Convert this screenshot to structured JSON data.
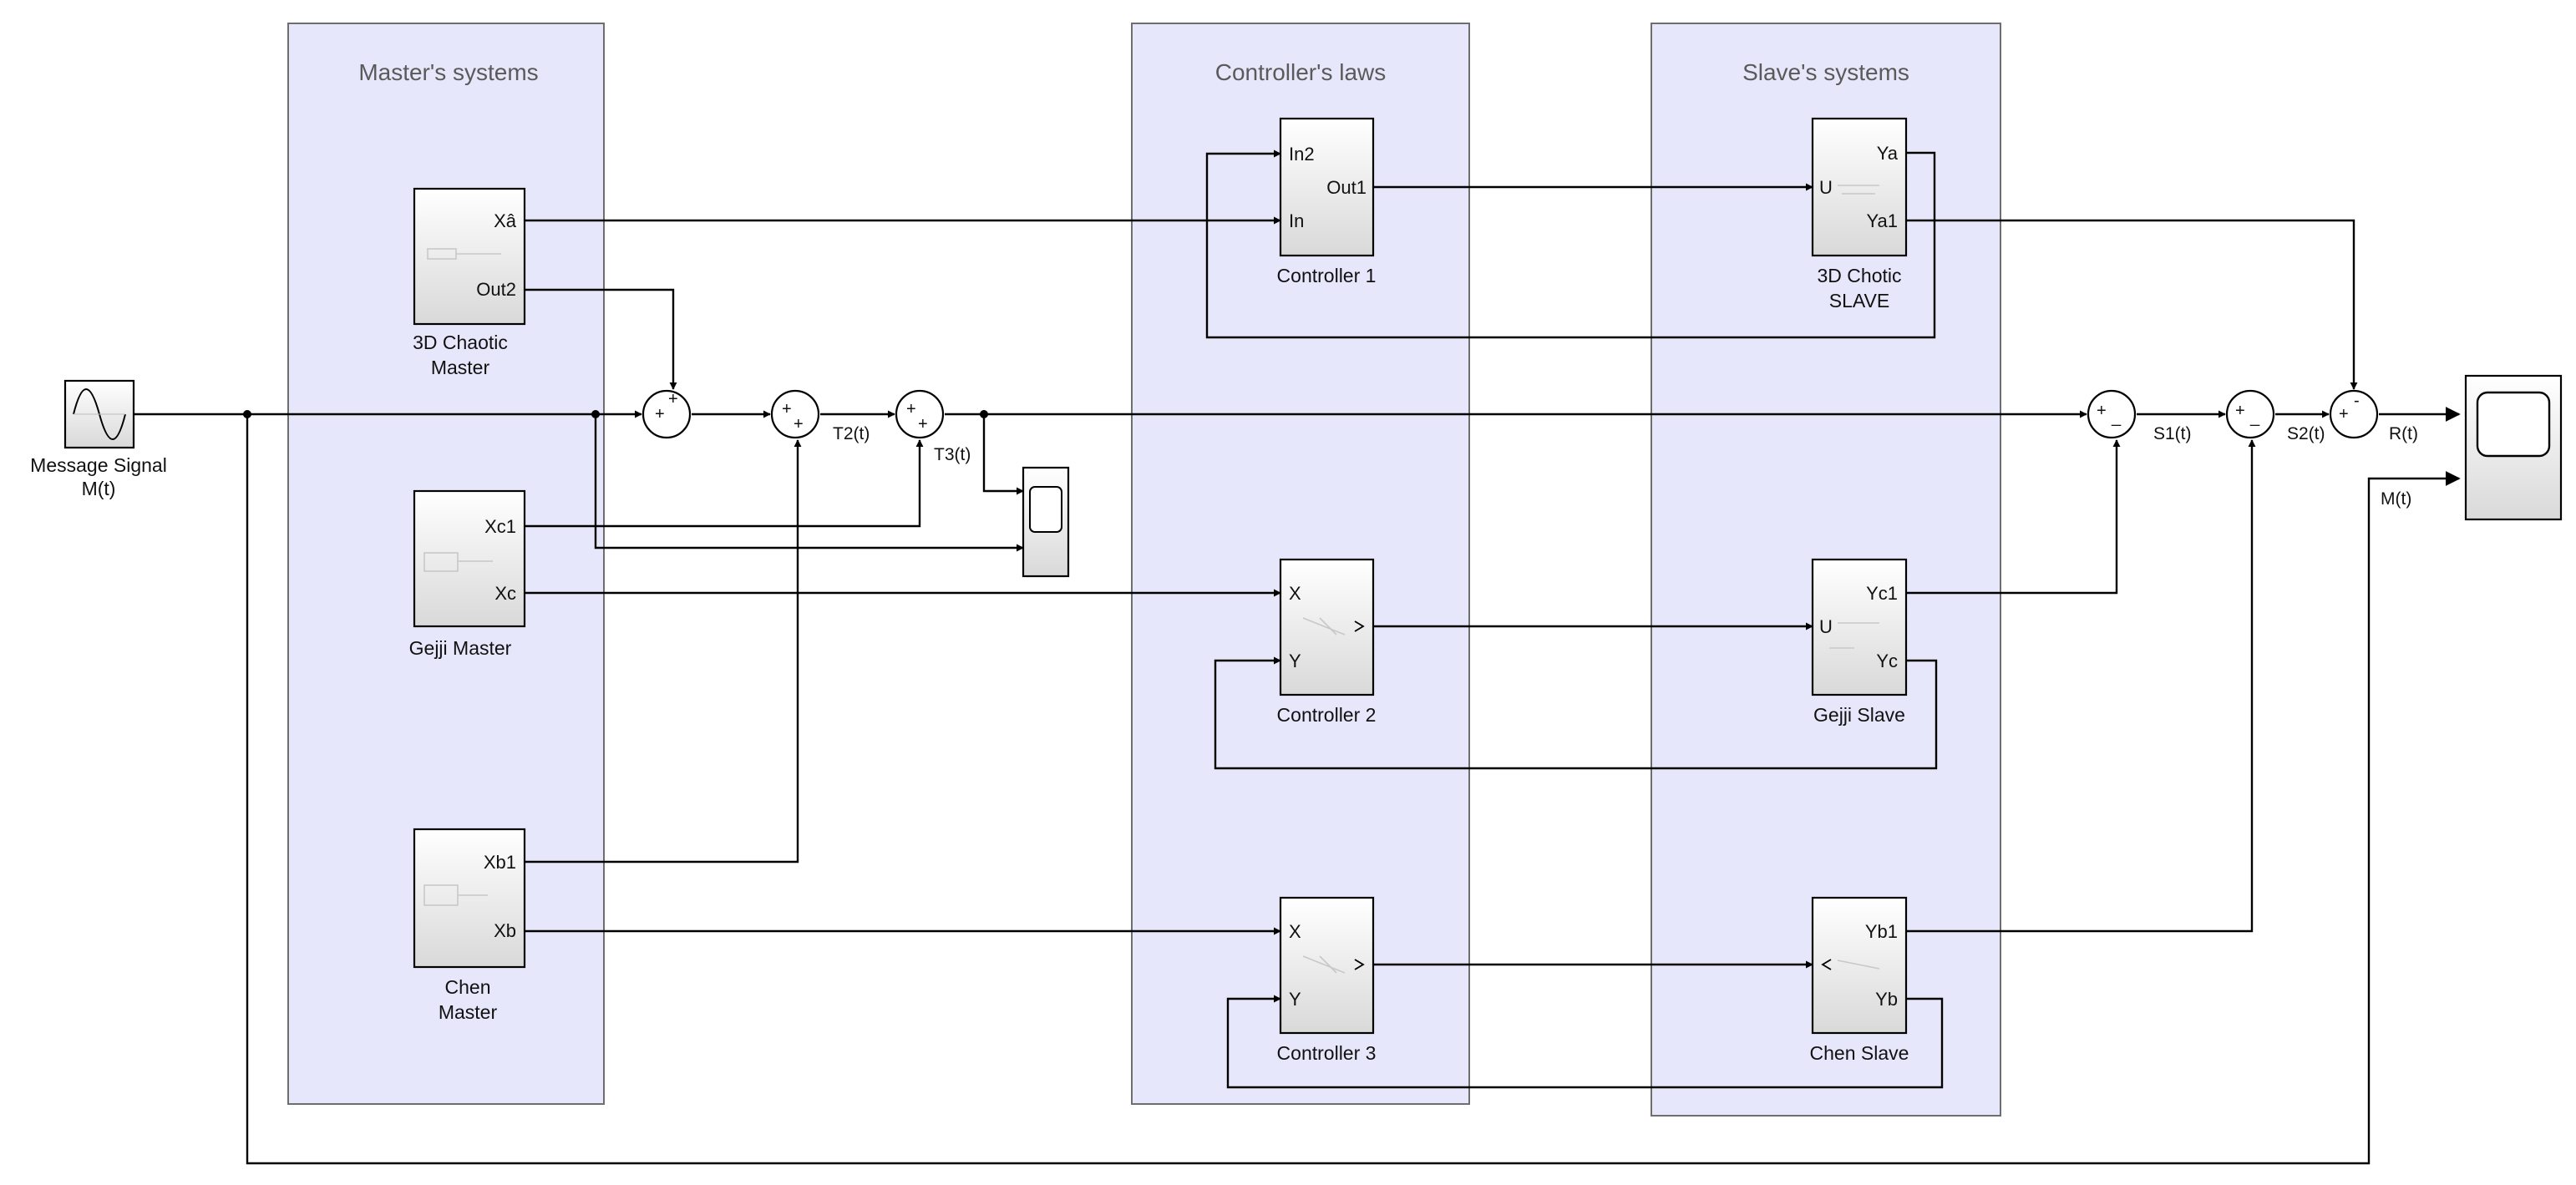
{
  "areas": {
    "master": "Master's systems",
    "controller": "Controller's laws",
    "slave": "Slave's systems"
  },
  "source": {
    "label_line1": "Message Signal",
    "label_line2": "M(t)",
    "icon": "sine-wave-icon"
  },
  "blocks": {
    "chaotic_master": {
      "line1": "3D Chaotic",
      "line2": "Master",
      "ports": {
        "out_a": "Xâ",
        "out_b": "Out2"
      }
    },
    "gejji_master": {
      "label": "Gejji Master",
      "ports": {
        "out_a": "Xc1",
        "out_b": "Xc"
      }
    },
    "chen_master": {
      "line1": "Chen",
      "line2": "Master",
      "ports": {
        "out_a": "Xb1",
        "out_b": "Xb"
      }
    },
    "controller1": {
      "label": "Controller 1",
      "ports": {
        "in_a": "In2",
        "in_b": "In",
        "out": "Out1"
      }
    },
    "controller2": {
      "label": "Controller 2",
      "ports": {
        "in_a": "X",
        "in_b": "Y"
      }
    },
    "controller3": {
      "label": "Controller 3",
      "ports": {
        "in_a": "X",
        "in_b": "Y"
      }
    },
    "chaotic_slave": {
      "line1": "3D Chotic",
      "line2": "SLAVE",
      "ports": {
        "in": "U",
        "out_a": "Ya",
        "out_b": "Ya1"
      }
    },
    "gejji_slave": {
      "label": "Gejji Slave",
      "ports": {
        "in": "U",
        "out_a": "Yc1",
        "out_b": "Yc"
      }
    },
    "chen_slave": {
      "label": "Chen Slave",
      "ports": {
        "out_a": "Yb1",
        "out_b": "Yb"
      }
    }
  },
  "signals": {
    "t2": "T2(t)",
    "t3": "T3(t)",
    "s1": "S1(t)",
    "s2": "S2(t)",
    "r": "R(t)",
    "m": "M(t)"
  },
  "sums": {
    "sum1": {
      "signs": [
        "+",
        "+"
      ]
    },
    "sum2": {
      "signs": [
        "+",
        "+"
      ]
    },
    "sum3": {
      "signs": [
        "+",
        "+"
      ]
    },
    "sum4": {
      "signs": [
        "+",
        "_"
      ]
    },
    "sum5": {
      "signs": [
        "+",
        "_"
      ]
    },
    "sum6": {
      "signs": [
        "+",
        "-"
      ]
    }
  },
  "scopes": {
    "scope_small": {
      "icon": "scope-icon"
    },
    "scope_large": {
      "icon": "scope-icon"
    }
  }
}
